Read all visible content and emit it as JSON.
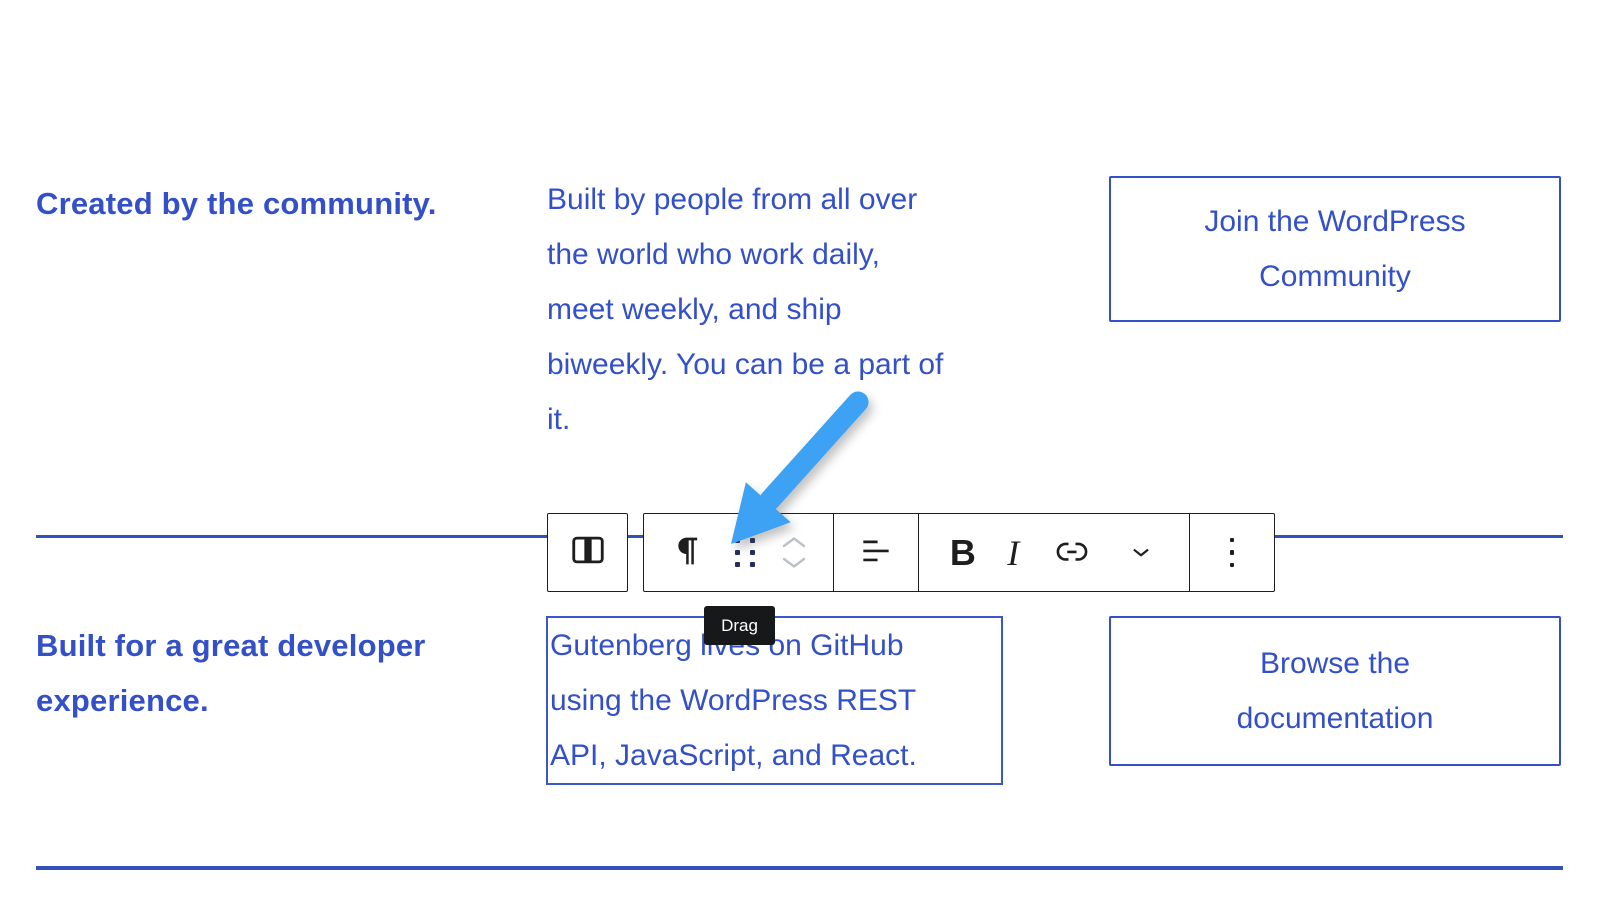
{
  "colors": {
    "content_blue": "#3350c8",
    "divider_blue": "#3450bd",
    "block_border_blue": "#3b57c9",
    "toolbar_icon_dark": "#1e1e1e",
    "toolbar_border_dark": "#1e1e1e",
    "mover_gray": "#bcc1c5",
    "drag_dots_navy": "#262c63",
    "arrow_blue": "#3da2f4",
    "tooltip_bg": "#17181a",
    "tooltip_text": "#ffffff",
    "page_bg": "#ffffff"
  },
  "row1": {
    "heading": "Created by the community.",
    "paragraph": "Built by people from all over the world who work daily, meet weekly, and ship biweekly. You can be a part of it.",
    "paragraph_lines": [
      "Built by people from all over",
      "the world who work daily,",
      "meet weekly, and ship",
      "biweekly. You can be a part of",
      "it."
    ],
    "button_label": "Join the WordPress Community",
    "button_lines": [
      "Join the WordPress",
      "Community"
    ]
  },
  "row2": {
    "heading": "Built for a great developer experience.",
    "heading_lines": [
      "Built for a great developer",
      "experience."
    ],
    "paragraph": "Gutenberg lives on GitHub using the WordPress REST API, JavaScript, and React.",
    "paragraph_lines": [
      "Gutenberg lives on GitHub",
      "using the WordPress REST",
      "API, JavaScript, and React."
    ],
    "button_label": "Browse the documentation",
    "button_lines": [
      "Browse the",
      "documentation"
    ]
  },
  "toolbar": {
    "bold_label": "B",
    "italic_label": "I",
    "icons": [
      "column-block-icon",
      "paragraph-icon",
      "drag-handle-icon",
      "move-up-icon",
      "move-down-icon",
      "align-text-left-icon",
      "bold-icon",
      "italic-icon",
      "link-icon",
      "more-rich-text-icon",
      "options-menu-icon"
    ]
  },
  "tooltip": {
    "label": "Drag"
  }
}
